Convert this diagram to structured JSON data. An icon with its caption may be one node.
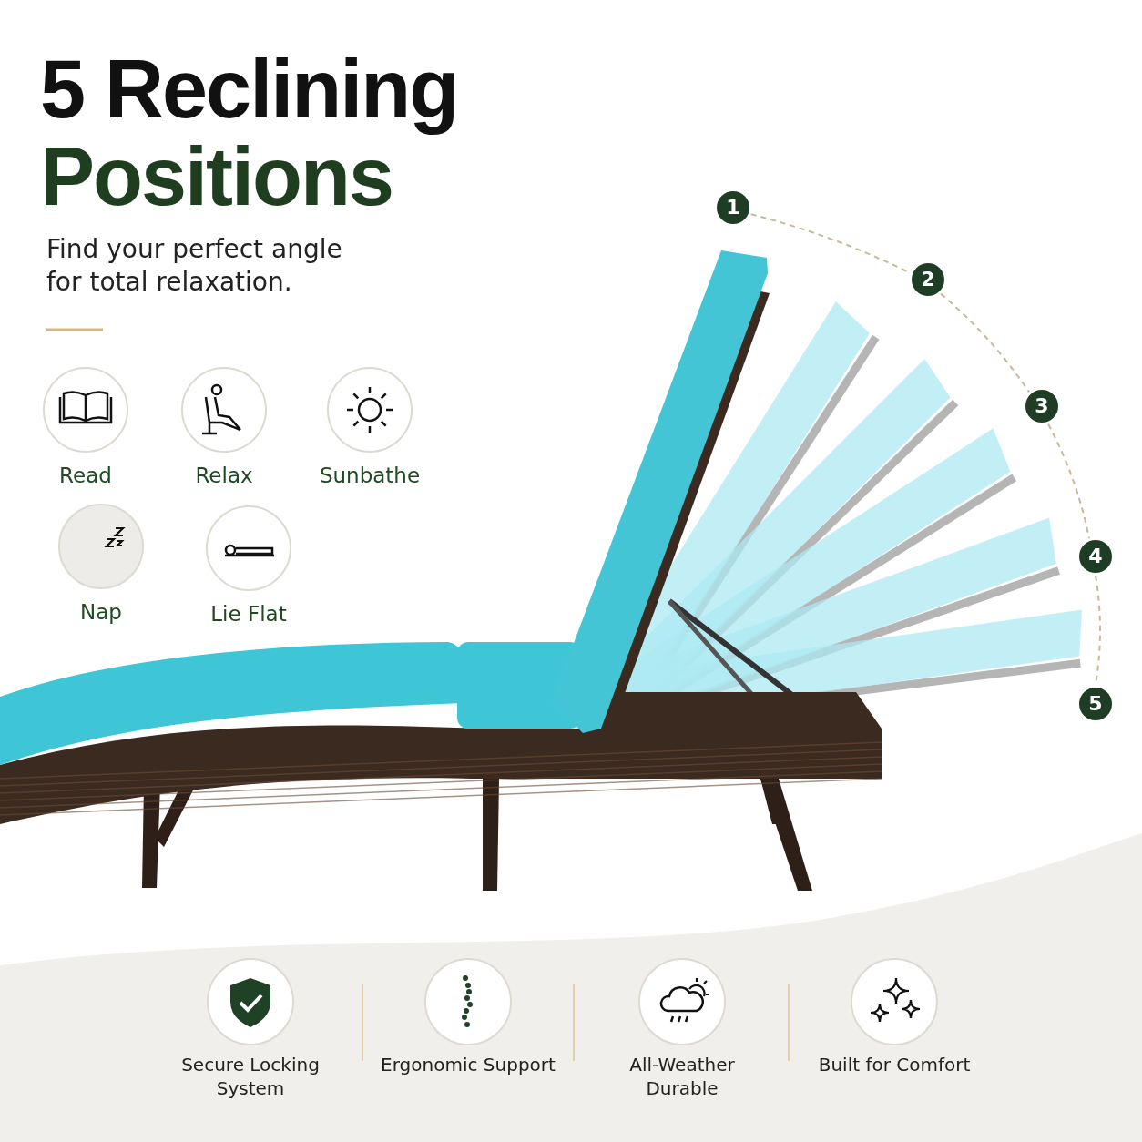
{
  "diagram": {
    "title": "5 Reclining Positions",
    "nodes": [
      {
        "text": [
          "Read"
        ]
      },
      {
        "text": [
          "Relax"
        ]
      },
      {
        "text": [
          "Sunbathe"
        ]
      },
      {
        "text": [
          "Nap"
        ]
      },
      {
        "text": [
          "Lie Flat"
        ]
      },
      {
        "text": [
          "1"
        ]
      },
      {
        "text": [
          "2"
        ]
      },
      {
        "text": [
          "3"
        ]
      },
      {
        "text": [
          "4"
        ]
      },
      {
        "text": [
          "5"
        ]
      },
      {
        "text": [
          "Secure Locking System"
        ]
      },
      {
        "text": [
          "Ergonomic Support"
        ]
      },
      {
        "text": [
          "All-Weather Durable"
        ]
      },
      {
        "text": [
          "Built for Comfort"
        ]
      }
    ],
    "edges": [
      {
        "from": 5,
        "to": 6,
        "arrow": "none",
        "style": "dashed"
      },
      {
        "from": 6,
        "to": 7,
        "arrow": "none",
        "style": "dashed"
      },
      {
        "from": 7,
        "to": 8,
        "arrow": "none",
        "style": "dashed"
      },
      {
        "from": 8,
        "to": 9,
        "arrow": "none",
        "style": "dashed"
      }
    ],
    "labels": [
      "Find your perfect angle for total relaxation."
    ]
  }
}
